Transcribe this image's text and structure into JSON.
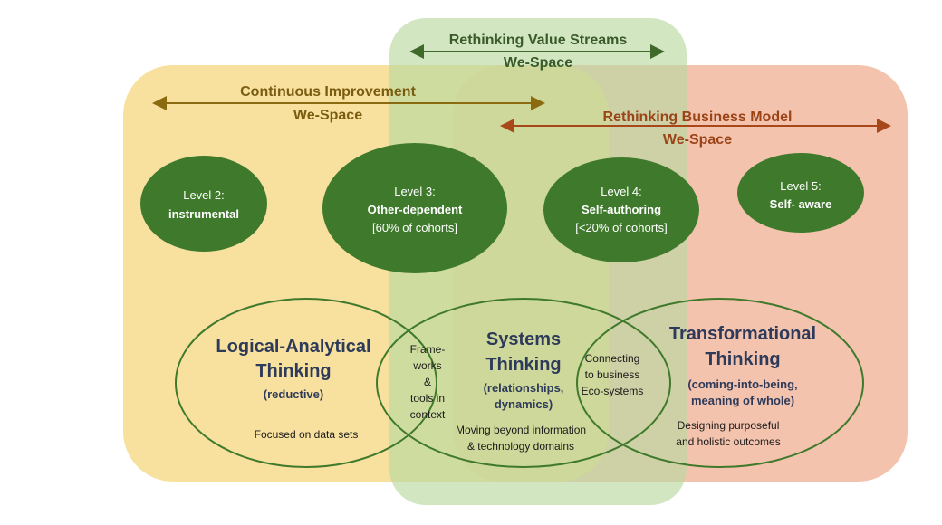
{
  "zones": {
    "value_streams": {
      "title": "Rethinking Value Streams",
      "subtitle": "We-Space"
    },
    "continuous_improvement": {
      "title": "Continuous Improvement",
      "subtitle": "We-Space"
    },
    "business_model": {
      "title": "Rethinking Business Model",
      "subtitle": "We-Space"
    }
  },
  "levels": [
    {
      "line1": "Level 2:",
      "line2": "instrumental",
      "line3": ""
    },
    {
      "line1": "Level 3:",
      "line2": "Other-dependent",
      "line3": "[60% of cohorts]"
    },
    {
      "line1": "Level 4:",
      "line2": "Self-authoring",
      "line3": "[<20% of cohorts]"
    },
    {
      "line1": "Level 5:",
      "line2": "Self- aware",
      "line3": ""
    }
  ],
  "thinking": {
    "logical": {
      "title1": "Logical-Analytical",
      "title2": "Thinking",
      "sub": "(reductive)",
      "note": "Focused on data sets"
    },
    "systems": {
      "title1": "Systems",
      "title2": "Thinking",
      "sub1": "(relationships,",
      "sub2": "dynamics)",
      "note1": "Moving beyond information",
      "note2": "& technology domains"
    },
    "transformational": {
      "title1": "Transformational",
      "title2": "Thinking",
      "sub1": "(coming-into-being,",
      "sub2": "meaning of whole)",
      "note1": "Designing purposeful",
      "note2": "and holistic outcomes"
    }
  },
  "overlaps": {
    "frameworks": [
      "Frame-",
      "works",
      "&",
      "tools in",
      "context"
    ],
    "connecting": [
      "Connecting",
      "to business",
      "Eco-systems"
    ]
  },
  "colors": {
    "yellow_zone": "#f7dc8e",
    "green_zone": "#c4ddb0",
    "red_zone": "#f2b8a0",
    "level_circle": "#3f7a2c",
    "ring": "#3f7a2c",
    "ci_arrow": "#8c6a10",
    "bm_arrow": "#a8471a",
    "vs_arrow": "#3f6a2a",
    "text_dark": "#2d3a5a"
  }
}
